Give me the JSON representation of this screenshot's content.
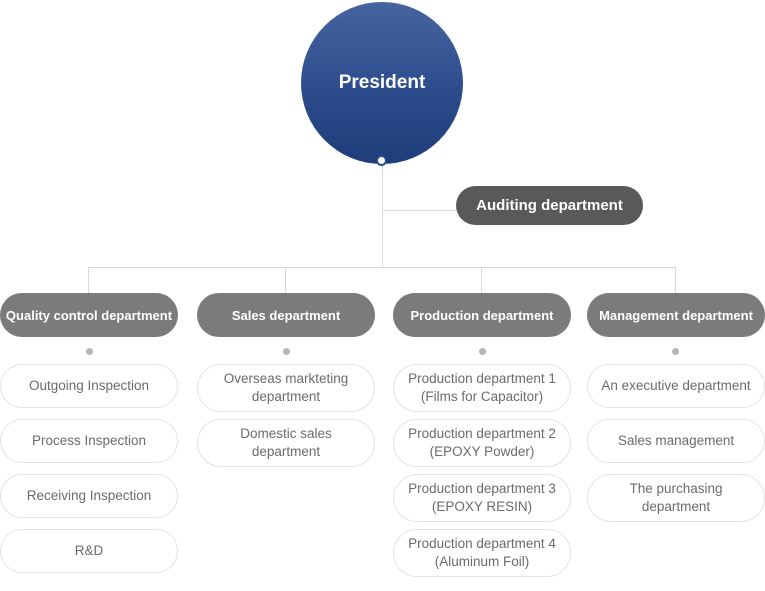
{
  "president": {
    "label": "President"
  },
  "auditing_department": {
    "label": "Auditing department"
  },
  "departments": [
    {
      "name": "Quality control department",
      "items": [
        "Outgoing Inspection",
        "Process Inspection",
        "Receiving Inspection",
        "R&D"
      ]
    },
    {
      "name": "Sales department",
      "items": [
        "Overseas markteting\ndepartment",
        "Domestic sales\ndepartment"
      ]
    },
    {
      "name": "Production department",
      "items": [
        "Production department 1\n(Films for Capacitor)",
        "Production department 2\n(EPOXY Powder)",
        "Production department 3\n(EPOXY RESIN)",
        "Production department 4\n(Aluminum Foil)"
      ]
    },
    {
      "name": "Management department",
      "items": [
        "An executive department",
        "Sales management",
        "The purchasing\ndepartment"
      ]
    }
  ],
  "colors": {
    "president_gradient_top": "#46659f",
    "president_gradient_bottom": "#1e3d7a",
    "president_dot_ring": "#2a4a8b",
    "auditing_bg": "#595959",
    "department_bg": "#7b7b7b",
    "item_text": "#6b6b6b",
    "item_border": "#e3e3e3",
    "connector_line": "#d9d9d9",
    "column_dot": "#b5b5b5"
  }
}
